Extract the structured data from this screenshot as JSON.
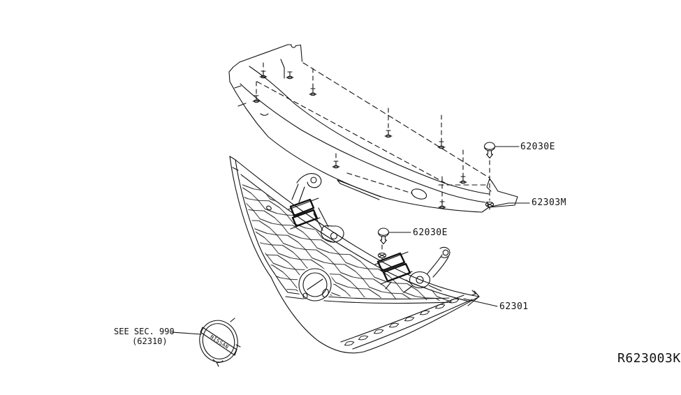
{
  "diagram": {
    "type": "parts-diagram",
    "callouts": {
      "clip_top": "62030E",
      "clip_mid": "62030E",
      "sight_shield": "62303M",
      "grille": "62301",
      "emblem_ref_line1": "SEE SEC. 990",
      "emblem_ref_line2": "(62310)",
      "emblem_logo": "NISSAN",
      "drawing_code": "R623003K"
    },
    "colors": {
      "ink": "#111111",
      "background": "#ffffff"
    }
  }
}
